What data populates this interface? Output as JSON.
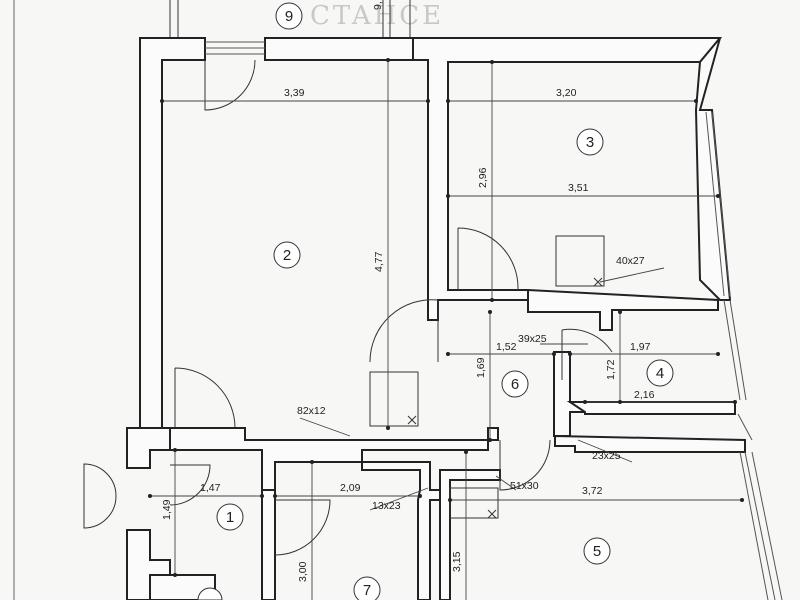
{
  "faded_text": "CTAHCE",
  "rooms": [
    {
      "id": "room-1",
      "label": "1"
    },
    {
      "id": "room-2",
      "label": "2"
    },
    {
      "id": "room-3",
      "label": "3"
    },
    {
      "id": "room-4",
      "label": "4"
    },
    {
      "id": "room-5",
      "label": "5"
    },
    {
      "id": "room-6",
      "label": "6"
    },
    {
      "id": "room-7",
      "label": "7"
    },
    {
      "id": "room-9",
      "label": "9"
    }
  ],
  "dimensions": {
    "room2_width": "3,39",
    "room2_height": "4,77",
    "room3_width_top": "3,20",
    "room3_width_bottom": "3,51",
    "room3_height": "2,96",
    "vent_room3": "40x27",
    "vent_39x25": "39x25",
    "corridor_width": "1,52",
    "corridor_height": "1,69",
    "room4_width_top": "1,97",
    "room4_width_bottom": "2,16",
    "room4_height": "1,72",
    "vent_82x12": "82x12",
    "vent_23x25": "23x25",
    "vent_51x30": "51x30",
    "vent_13x23": "13x23",
    "room1_width": "1,47",
    "room1_height": "1,49",
    "room7_width": "2,09",
    "room7_height": "3,00",
    "room5_width": "3,72",
    "room5_height": "3,15",
    "top_cut": "9,"
  }
}
